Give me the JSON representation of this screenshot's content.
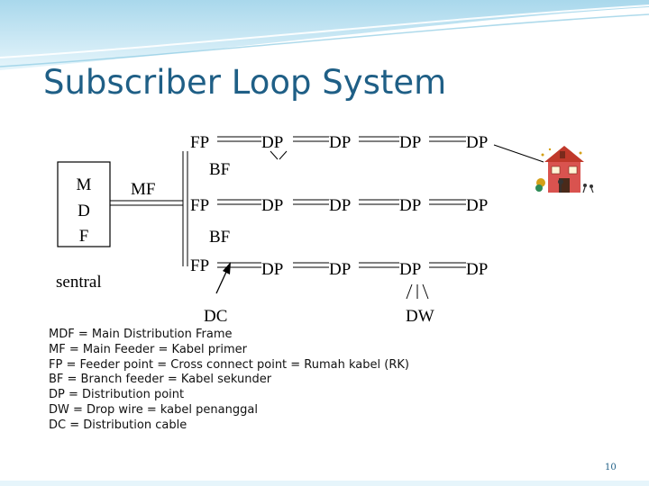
{
  "title": "Subscriber Loop System",
  "mdf_box": {
    "letters": [
      "M",
      "D",
      "F"
    ],
    "label": "sentral"
  },
  "labels": {
    "mf": "MF",
    "fp": "FP",
    "bf": "BF",
    "dp": "DP",
    "dc": "DC",
    "dw": "DW"
  },
  "legend": [
    "MDF = Main Distribution Frame",
    "MF = Main Feeder = Kabel primer",
    "FP = Feeder point = Cross connect point = Rumah kabel (RK)",
    "BF = Branch feeder = Kabel sekunder",
    "DP = Distribution point",
    "DW = Drop wire = kabel penanggal",
    "DC = Distribution cable"
  ],
  "page_number": "10",
  "colors": {
    "title": "#1f5f86",
    "header_wave": "#bfe3f1",
    "house_roof": "#c0392b"
  },
  "icons": [
    "house-icon"
  ]
}
